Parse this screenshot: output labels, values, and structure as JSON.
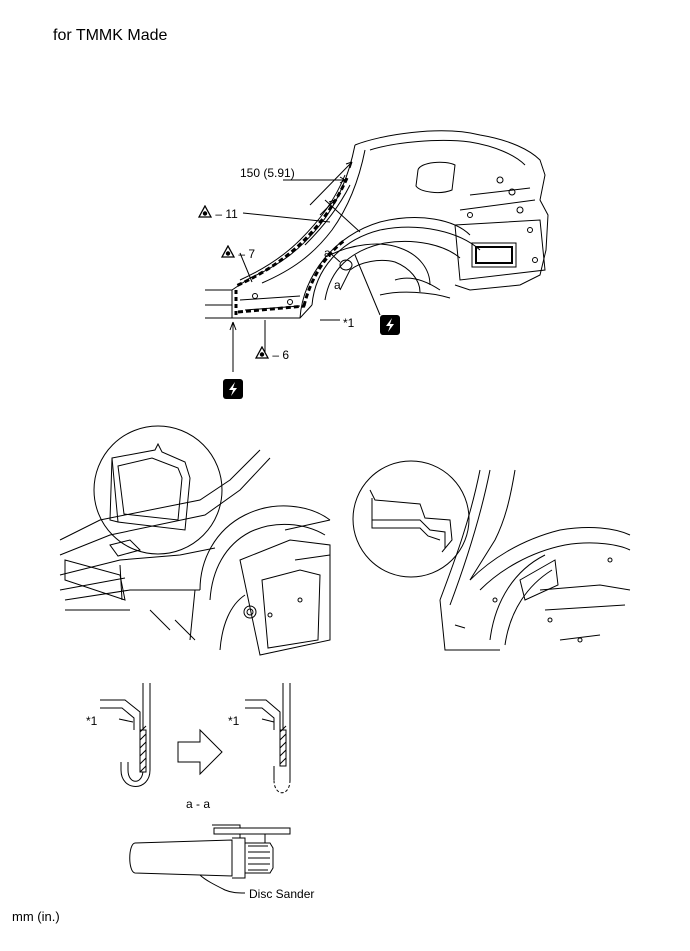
{
  "header": {
    "title": "for TMMK Made"
  },
  "footer": {
    "units": "mm (in.)"
  },
  "callouts": {
    "dimension": "150 (5.91)",
    "weld_11": "11",
    "weld_7": "7",
    "weld_6": "6",
    "ref_a1": "a",
    "ref_a2": "a",
    "part_1_top": "*1",
    "part_1_left": "*1",
    "part_1_right": "*1",
    "section": "a - a",
    "tool": "Disc Sander"
  },
  "icons": {
    "weld_symbol": "spot-weld-triangle-icon",
    "cut_symbol": "lightning-bolt-icon"
  }
}
